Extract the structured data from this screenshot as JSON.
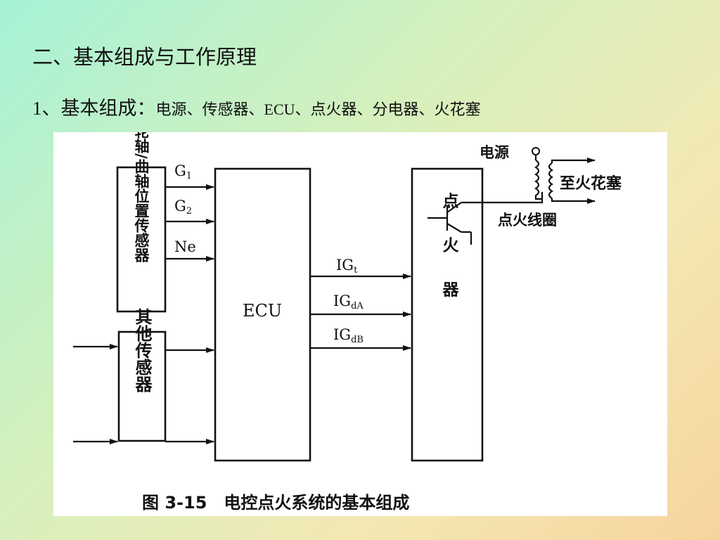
{
  "slide": {
    "heading": "二、基本组成与工作原理",
    "subheading_lead": "1、基本组成：",
    "subheading_items": "电源、传感器、ECU、点火器、分电器、火花塞"
  },
  "diagram": {
    "cam_sensor_label": "凸轮轴/曲轴位置传感器",
    "other_sensor_label": "其他传感器",
    "ecu_label": "ECU",
    "igniter_label": "点火器",
    "signal_g1": "G",
    "signal_g1_sub": "1",
    "signal_g2": "G",
    "signal_g2_sub": "2",
    "signal_ne": "Ne",
    "signal_igt": "IG",
    "signal_igt_sub": "t",
    "signal_igda": "IG",
    "signal_igda_sub": "dA",
    "signal_igdb": "IG",
    "signal_igdb_sub": "dB",
    "power_label": "电源",
    "spark_plug_label": "至火花塞",
    "coil_label": "点火线圈",
    "caption": "图 3-15　电控点火系统的基本组成"
  }
}
